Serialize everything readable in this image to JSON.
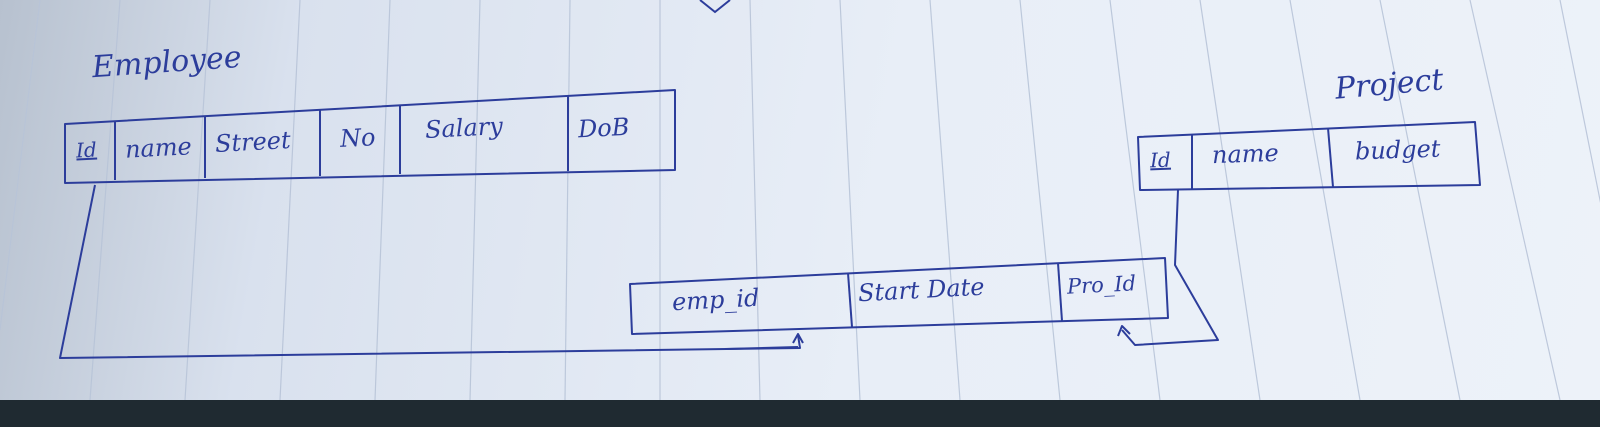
{
  "employee": {
    "title": "Employee",
    "columns": [
      "Id",
      "name",
      "Street",
      "No",
      "Salary",
      "DoB"
    ]
  },
  "project": {
    "title": "Project",
    "columns": [
      "Id",
      "name",
      "budget"
    ]
  },
  "works_on": {
    "columns": [
      "emp_id",
      "Start Date",
      "Pro_Id"
    ]
  },
  "colors": {
    "ink": "#2c3d9b",
    "paper": "#e8eef7"
  }
}
